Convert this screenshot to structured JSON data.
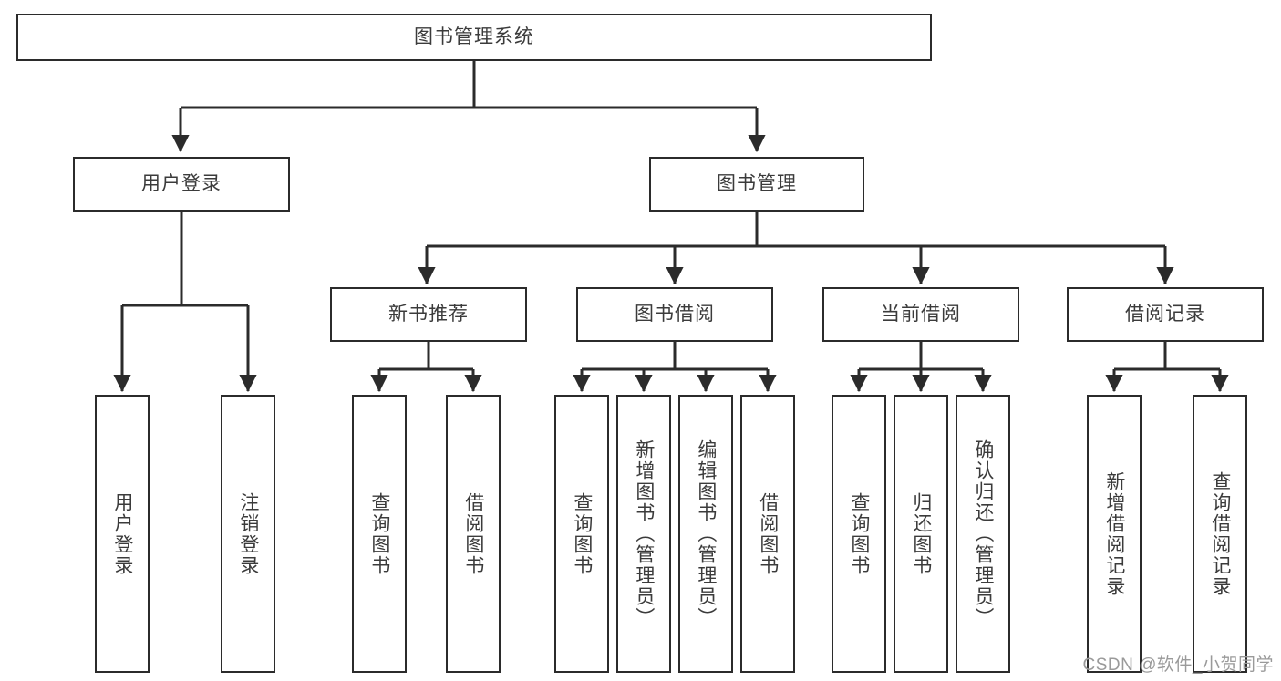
{
  "diagram": {
    "type": "tree-hierarchy",
    "title": "图书管理系统",
    "watermark": "CSDN @软件_小贺同学",
    "colors": {
      "stroke": "#2b2b2b",
      "fill": "#ffffff",
      "text": "#3b3b3b",
      "watermark": "#9a9a9a"
    },
    "levels": {
      "root": {
        "label": "图书管理系统"
      },
      "level2": [
        {
          "id": "user-login",
          "label": "用户登录"
        },
        {
          "id": "book-manage",
          "label": "图书管理"
        }
      ],
      "level3": [
        {
          "id": "new-book-recommend",
          "label": "新书推荐",
          "parent": "book-manage"
        },
        {
          "id": "book-borrow",
          "label": "图书借阅",
          "parent": "book-manage"
        },
        {
          "id": "current-borrow",
          "label": "当前借阅",
          "parent": "book-manage"
        },
        {
          "id": "borrow-record",
          "label": "借阅记录",
          "parent": "book-manage"
        }
      ],
      "leaves": [
        {
          "id": "leaf-user-login",
          "label": "用户登录",
          "parent": "user-login"
        },
        {
          "id": "leaf-logout",
          "label": "注销登录",
          "parent": "user-login"
        },
        {
          "id": "leaf-query-book-1",
          "label": "查询图书",
          "parent": "new-book-recommend"
        },
        {
          "id": "leaf-borrow-book-1",
          "label": "借阅图书",
          "parent": "new-book-recommend"
        },
        {
          "id": "leaf-query-book-2",
          "label": "查询图书",
          "parent": "book-borrow"
        },
        {
          "id": "leaf-add-book",
          "label": "新增图书（管理员）",
          "parent": "book-borrow"
        },
        {
          "id": "leaf-edit-book",
          "label": "编辑图书（管理员）",
          "parent": "book-borrow"
        },
        {
          "id": "leaf-borrow-book-2",
          "label": "借阅图书",
          "parent": "book-borrow"
        },
        {
          "id": "leaf-query-book-3",
          "label": "查询图书",
          "parent": "current-borrow"
        },
        {
          "id": "leaf-return-book",
          "label": "归还图书",
          "parent": "current-borrow"
        },
        {
          "id": "leaf-confirm-return",
          "label": "确认归还（管理员）",
          "parent": "current-borrow"
        },
        {
          "id": "leaf-add-record",
          "label": "新增借阅记录",
          "parent": "borrow-record"
        },
        {
          "id": "leaf-query-record",
          "label": "查询借阅记录",
          "parent": "borrow-record"
        }
      ]
    }
  }
}
